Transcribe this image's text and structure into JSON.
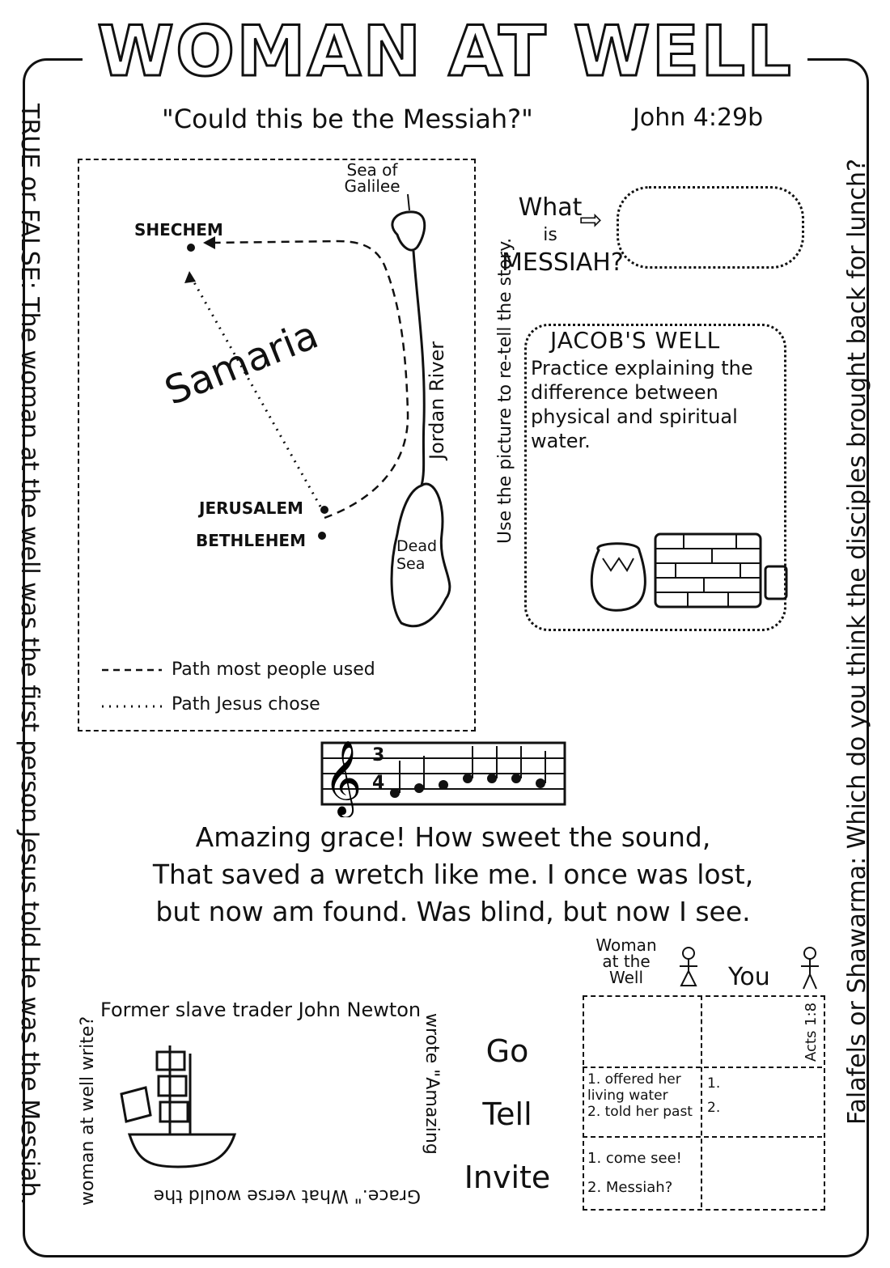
{
  "title": "WOMAN AT WELL",
  "quote": "\"Could this be the Messiah?\"",
  "reference": "John 4:29b",
  "left_side_text": "TRUE or FALSE: The woman at the well was the first person Jesus told He was the Messiah.",
  "right_side_text": "Falafels or Shawarma: Which do you think the disciples brought back for lunch?",
  "map": {
    "side_text": "Use the picture to re-tell the story.",
    "region": "Samaria",
    "places": {
      "sea_of_galilee": "Sea of Galilee",
      "shechem": "SHECHEM",
      "jerusalem": "JERUSALEM",
      "bethlehem": "BETHLEHEM",
      "jordan_river": "Jordan River",
      "dead_sea": "Dead Sea"
    },
    "legend": {
      "dashed": "Path most people used",
      "dotted": "Path Jesus chose"
    }
  },
  "messiah_prompt": {
    "line1": "What",
    "line2": "is",
    "line3": "MESSIAH?"
  },
  "jacobs_well": {
    "title": "JACOB'S WELL",
    "text": "Practice explaining the difference between physical and spiritual water."
  },
  "music": {
    "time_signature_top": "3",
    "time_signature_bottom": "4"
  },
  "lyrics": [
    "Amazing grace! How sweet the sound,",
    "That saved a wretch like me. I once was lost,",
    "but now am found. Was blind, but now I see."
  ],
  "newton_box": {
    "top": "Former slave trader John Newton",
    "right": "wrote \"Amazing",
    "bottom": "Grace.\" What verse would the",
    "left": "woman at well write?"
  },
  "actions": [
    "Go",
    "Tell",
    "Invite"
  ],
  "table": {
    "col1_header": "Woman at the Well",
    "col2_header": "You",
    "side_ref": "Acts 1:8",
    "rows": [
      {
        "left": [
          "",
          ""
        ],
        "right": [
          "",
          ""
        ]
      },
      {
        "left": [
          "1. offered her living water",
          "2. told her past"
        ],
        "right": [
          "1.",
          "2."
        ]
      },
      {
        "left": [
          "1. come see!",
          "2. Messiah?"
        ],
        "right": [
          "",
          ""
        ]
      }
    ]
  }
}
